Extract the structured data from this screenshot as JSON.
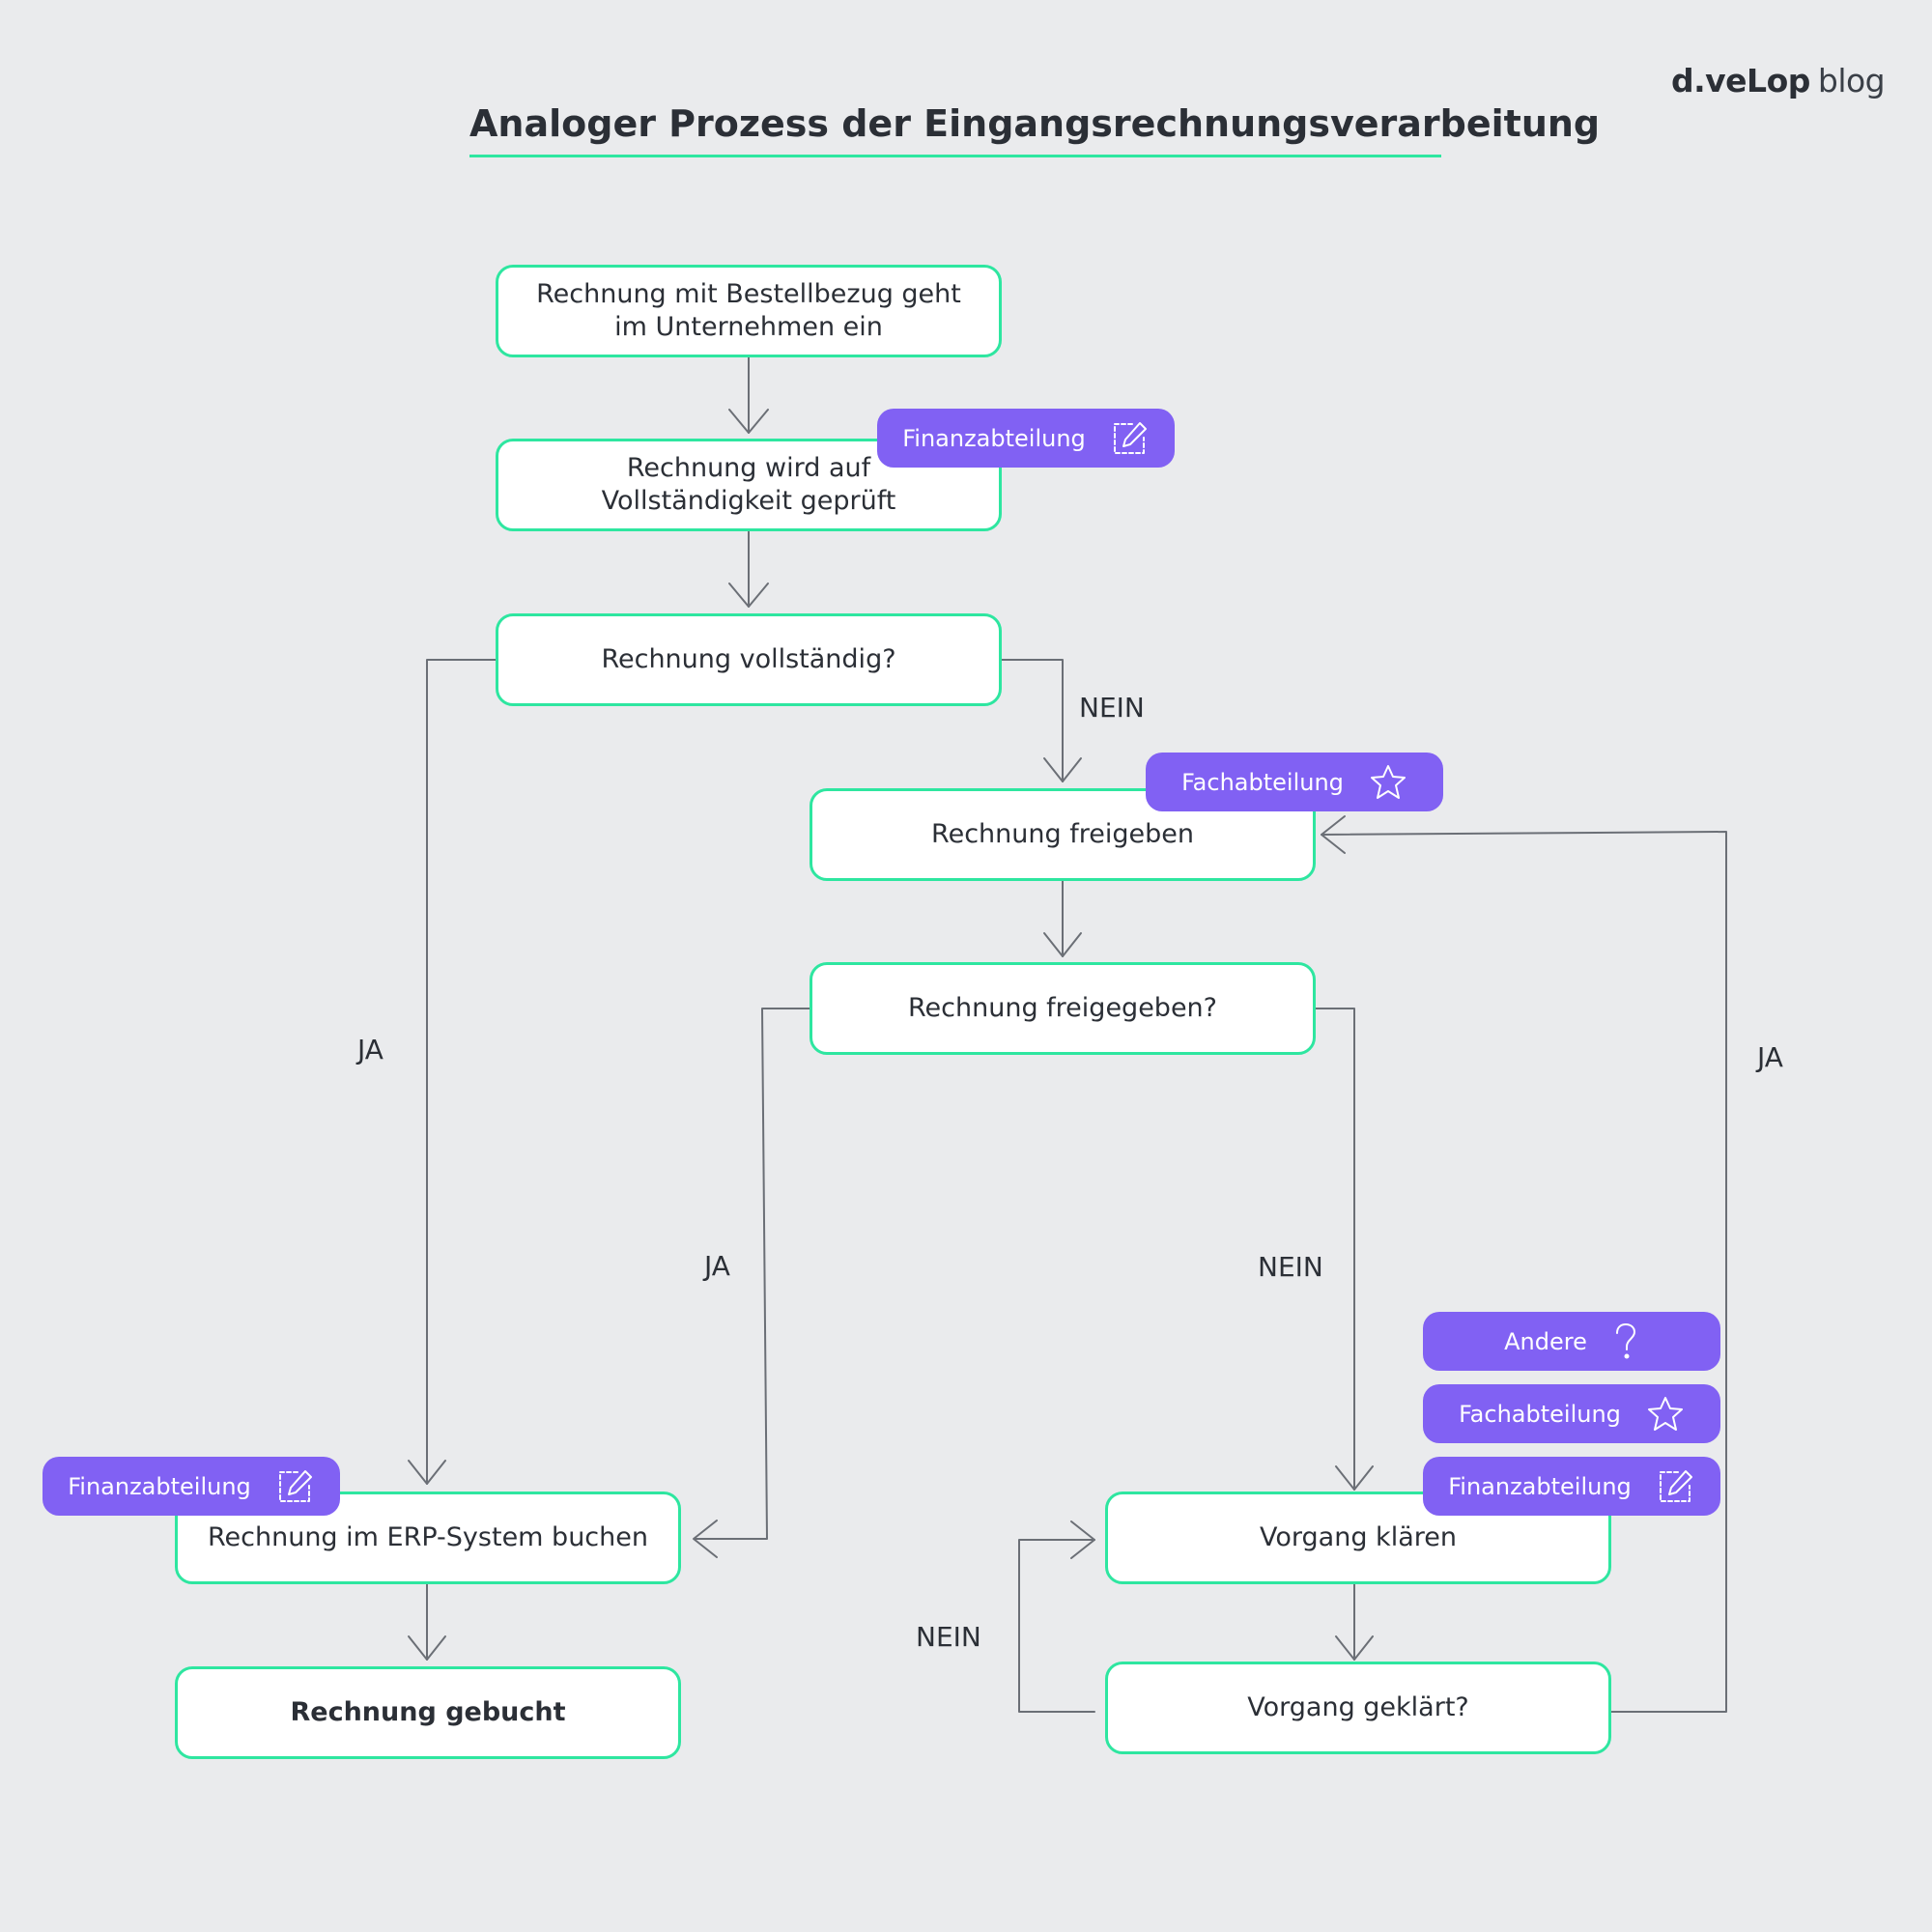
{
  "header": {
    "title": "Analoger Prozess der Eingangsrechnungsverarbeitung",
    "logo_brand": "d.veLop",
    "logo_suffix": "blog"
  },
  "nodes": {
    "start": "Rechnung mit Bestellbezug geht\nim Unternehmen ein",
    "check": "Rechnung wird auf\nVollständigkeit geprüft",
    "complete_q": "Rechnung vollständig?",
    "approve": "Rechnung freigeben",
    "approved_q": "Rechnung freigegeben?",
    "book": "Rechnung im ERP-System buchen",
    "booked": "Rechnung gebucht",
    "clarify": "Vorgang klären",
    "clarified_q": "Vorgang geklärt?"
  },
  "roles": {
    "finance_check": "Finanzabteilung",
    "department_approve": "Fachabteilung",
    "finance_book": "Finanzabteilung",
    "other_clarify": "Andere",
    "department_clarify": "Fachabteilung",
    "finance_clarify": "Finanzabteilung"
  },
  "edge_labels": {
    "complete_yes": "JA",
    "complete_no": "NEIN",
    "approved_yes": "JA",
    "approved_no": "NEIN",
    "clarified_yes": "JA",
    "clarified_no": "NEIN"
  },
  "icons": {
    "finance": "edit-icon",
    "department": "star-icon",
    "other": "question-icon"
  },
  "colors": {
    "background": "#eaebed",
    "node_border": "#2ee6a0",
    "badge": "#8161f3",
    "line": "#6b6f76"
  }
}
